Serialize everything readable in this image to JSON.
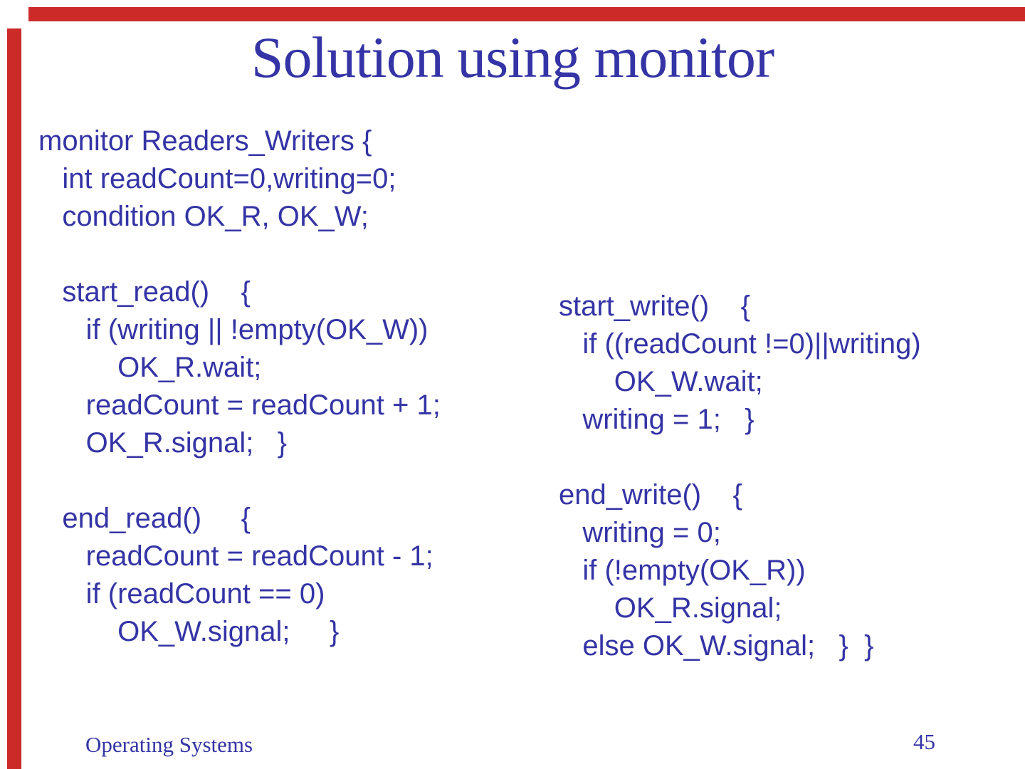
{
  "slide": {
    "title": "Solution using monitor",
    "colors": {
      "text_blue": "#3434a6",
      "accent_red": "#cc2929",
      "background": "#ffffff"
    },
    "code_left": {
      "lines": [
        "monitor Readers_Writers {",
        "   int readCount=0,writing=0;",
        "   condition OK_R, OK_W;",
        "",
        "   start_read()    {",
        "      if (writing || !empty(OK_W))",
        "          OK_R.wait;",
        "      readCount = readCount + 1;",
        "      OK_R.signal;   }",
        "",
        "   end_read()     {",
        "      readCount = readCount - 1;",
        "      if (readCount == 0)",
        "          OK_W.signal;     }"
      ]
    },
    "code_right": {
      "lines": [
        "start_write()    {",
        "   if ((readCount !=0)||writing)",
        "       OK_W.wait;",
        "   writing = 1;   }",
        "",
        "end_write()    {",
        "   writing = 0;",
        "   if (!empty(OK_R))",
        "       OK_R.signal;",
        "   else OK_W.signal;   }  }"
      ]
    },
    "footer": {
      "left": "Operating Systems",
      "page_number": "45"
    }
  }
}
